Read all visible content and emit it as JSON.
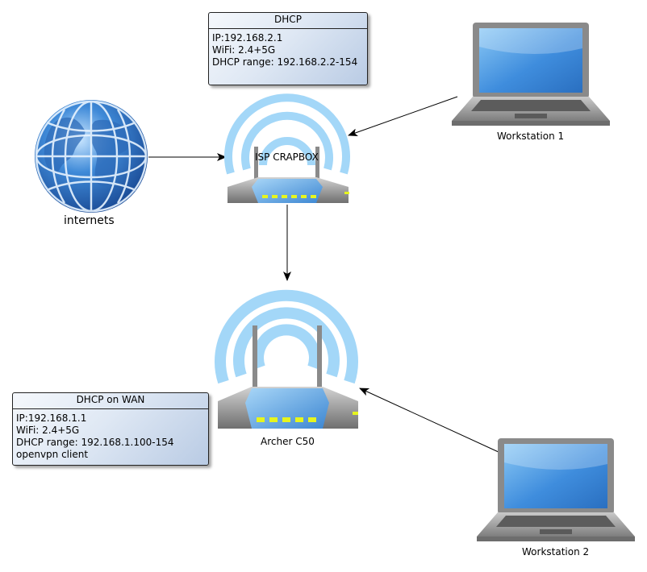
{
  "nodes": {
    "internet": {
      "label": "internets"
    },
    "isp_router": {
      "label": "ISP CRAPBOX"
    },
    "archer_router": {
      "label": "Archer C50"
    },
    "workstation1": {
      "label": "Workstation 1"
    },
    "workstation2": {
      "label": "Workstation 2"
    }
  },
  "info_boxes": {
    "isp": {
      "title": "DHCP",
      "lines": [
        "IP:192.168.2.1",
        "WiFi: 2.4+5G",
        "DHCP range: 192.168.2.2-154"
      ]
    },
    "archer": {
      "title": "DHCP on WAN",
      "lines": [
        "IP:192.168.1.1",
        "WiFi: 2.4+5G",
        "DHCP range: 192.168.1.100-154",
        "openvpn client"
      ]
    }
  },
  "colors": {
    "wifi_arc": "#9dd4f7",
    "router_body": "#9a9a9a",
    "router_panel": "#5aa0dc",
    "led": "#e6f51e",
    "screen": "#4a9be0",
    "globe": "#3b7fd0"
  }
}
